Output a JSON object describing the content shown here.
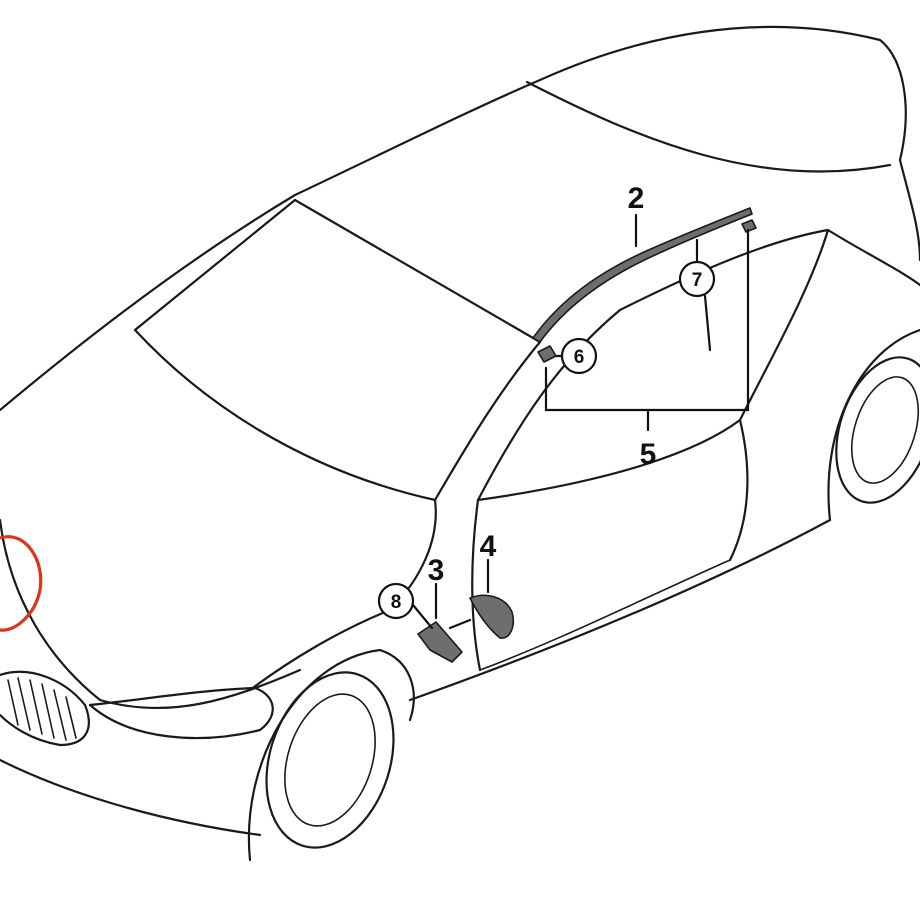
{
  "diagram": {
    "callouts": {
      "c2": "2",
      "c3": "3",
      "c4": "4",
      "c5": "5",
      "c6": "6",
      "c7": "7",
      "c8": "8"
    },
    "colors": {
      "line": "#1a1a1a",
      "part": "#6e6e6e",
      "highlight": "#e0341a",
      "background": "#ffffff"
    }
  }
}
